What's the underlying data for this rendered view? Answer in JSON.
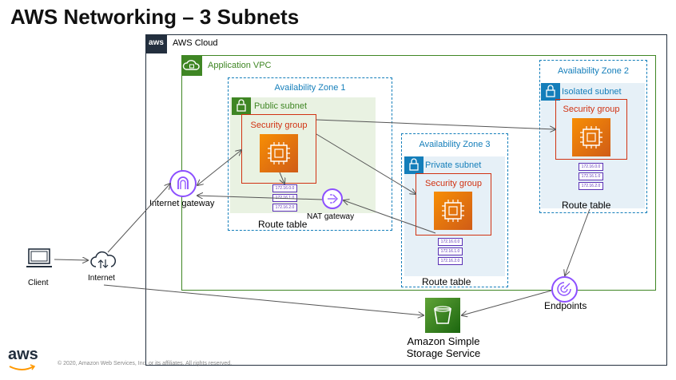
{
  "title": "AWS Networking – 3 Subnets",
  "aws_cloud": {
    "badge": "aws",
    "label": "AWS Cloud"
  },
  "vpc": {
    "label": "Application VPC"
  },
  "az1": {
    "label": "Availability Zone 1",
    "subnet": "Public subnet",
    "sg": "Security group",
    "route_table": "Route table"
  },
  "az2": {
    "label": "Availability Zone 2",
    "subnet": "Isolated subnet",
    "sg": "Security group",
    "route_table": "Route table"
  },
  "az3": {
    "label": "Availability Zone 3",
    "subnet": "Private subnet",
    "sg": "Security group",
    "route_table": "Route table"
  },
  "route_entries": [
    "172.16.0.0",
    "172.16.1.0",
    "172.16.2.0"
  ],
  "internet_gateway": "Internet gateway",
  "nat_gateway": "NAT gateway",
  "client": "Client",
  "internet": "Internet",
  "endpoints": "Endpoints",
  "s3": {
    "line1": "Amazon Simple",
    "line2": "Storage Service"
  },
  "footer": {
    "logo": "aws",
    "copyright": "© 2020, Amazon Web Services, Inc. or its affiliates. All rights reserved."
  },
  "colors": {
    "vpc": "#3f8624",
    "az": "#147eba",
    "security_group": "#d13212",
    "ec2": "#f78e04",
    "gateway": "#8c4fff",
    "s3": "#3f8624"
  },
  "icons": [
    "aws-cloud-icon",
    "vpc-cloud-icon",
    "lock-icon",
    "ec2-instance-icon",
    "internet-gateway-icon",
    "nat-gateway-icon",
    "client-computer-icon",
    "internet-cloud-icon",
    "endpoints-icon",
    "s3-bucket-icon"
  ]
}
